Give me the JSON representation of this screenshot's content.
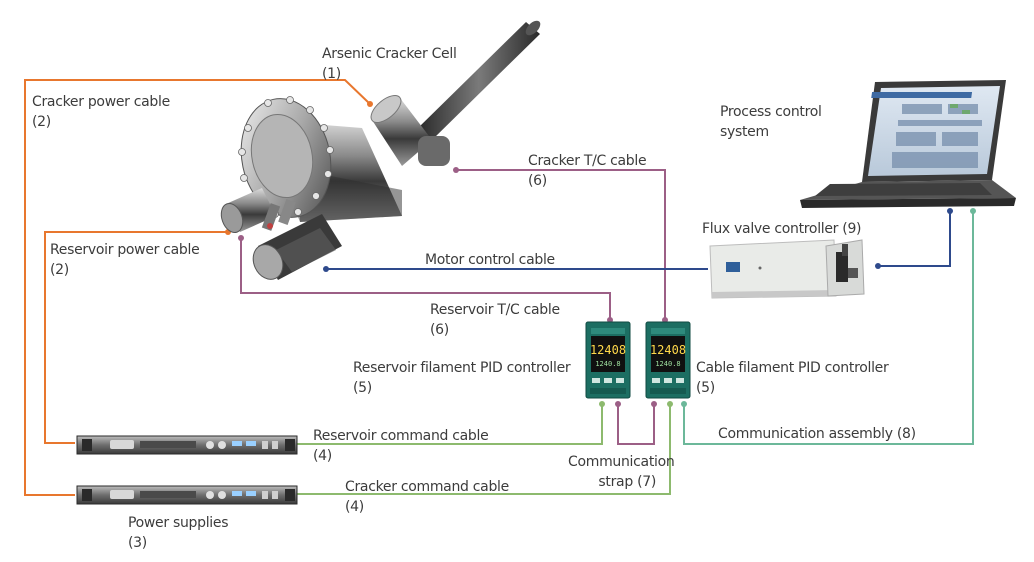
{
  "labels": {
    "cracker_cell": {
      "name": "Arsenic Cracker Cell",
      "num": "(1)"
    },
    "cracker_power": {
      "name": "Cracker power cable",
      "num": "(2)"
    },
    "reservoir_power": {
      "name": "Reservoir power cable",
      "num": "(2)"
    },
    "cracker_tc": {
      "name": "Cracker T/C cable",
      "num": "(6)"
    },
    "reservoir_tc": {
      "name": "Reservoir T/C cable",
      "num": "(6)"
    },
    "motor_control": {
      "name": "Motor control cable"
    },
    "process_control": {
      "line1": "Process control",
      "line2": "system"
    },
    "flux_valve": {
      "name": "Flux valve controller (9)"
    },
    "reservoir_pid": {
      "name": "Reservoir filament PID controller",
      "num": "(5)"
    },
    "cable_pid": {
      "name": "Cable filament PID controller",
      "num": "(5)"
    },
    "reservoir_cmd": {
      "name": "Reservoir command cable",
      "num": "(4)"
    },
    "cracker_cmd": {
      "name": "Cracker command cable",
      "num": "(4)"
    },
    "comm_strap": {
      "line1": "Communication",
      "line2": "strap (7)"
    },
    "comm_assembly": {
      "name": "Communication assembly (8)"
    },
    "power_supplies": {
      "name": "Power supplies",
      "num": "(3)"
    }
  },
  "devices": {
    "pid_display": "12408",
    "pid_subdisplay": "1240.8"
  },
  "colors": {
    "power_cable": "#e8772e",
    "tc_cable": "#9c5f86",
    "motor_cable": "#2e4a8c",
    "command_cable": "#8dba6e",
    "comm_assembly": "#6cb89a",
    "label_text": "#3c3c3c"
  }
}
